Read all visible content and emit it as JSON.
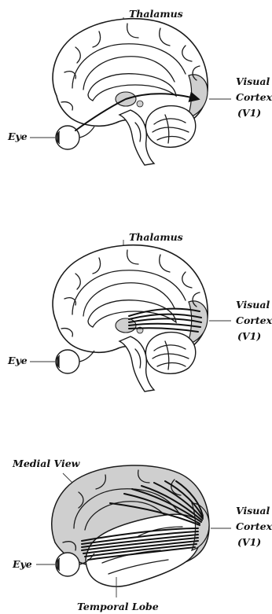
{
  "panels": [
    {
      "thalamus_label": "Thalamus",
      "visual_cortex_label": [
        "Visual",
        "Cortex",
        "(V1)"
      ],
      "eye_label": "Eye"
    },
    {
      "thalamus_label": "Thalamus",
      "visual_cortex_label": [
        "Visual",
        "Cortex",
        "(V1)"
      ],
      "eye_label": "Eye"
    },
    {
      "medial_view_label": "Medial View",
      "visual_cortex_label": [
        "Visual",
        "Cortex",
        "(V1)"
      ],
      "eye_label": "Eye",
      "temporal_lobe_label": "Temporal Lobe"
    }
  ],
  "colors": {
    "region_fill": "#cfcfcf",
    "brain_fill": "#ffffff",
    "stroke": "#1a1a1a"
  }
}
